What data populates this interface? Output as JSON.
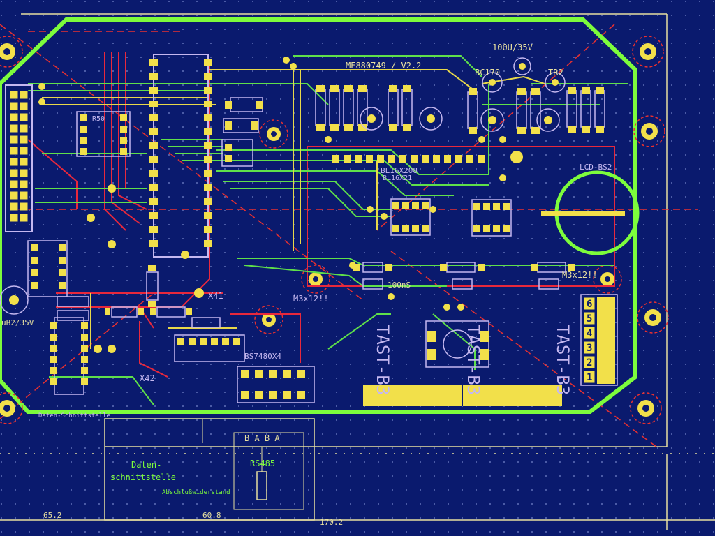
{
  "colors": {
    "background": "#0a1a6e",
    "board_outline": "#7dfc3c",
    "trace_red": "#e8283c",
    "trace_green": "#5fe04a",
    "trace_yellow": "#e8d84a",
    "pad_yellow": "#f2e04a",
    "silkscreen": "#c5b8f0",
    "dim_line": "#e8e0a0",
    "dashed": "#e83030"
  },
  "labels": {
    "board_rev": "ME880749 / V2.2",
    "cap_top": "100U/35V",
    "bc_left": "BC170",
    "tr2": "TR2",
    "lcd": "LCD-BS2",
    "chip_mid": "BL16X208",
    "chip_mid2": "BL16X21",
    "mount_left": "M3x12!!",
    "mount_right": "M3x12!!",
    "x41": "X41",
    "x42": "X42",
    "cap_bottom": "100nS",
    "bs_x4": "BS7480X4",
    "r_left": "R50",
    "cap_left": "uB2/35V",
    "tast_a": "TAST-B3",
    "tast_b": "TAST-B3",
    "tast_c": "TAST-B3",
    "daten1": "Daten-",
    "daten2": "schnittstelle",
    "rs485": "RS485",
    "abschluss": "Abschlußwiderstand",
    "schnitt_header": "Daten-Schnittstelle",
    "bapa": "B A B A",
    "dim1": "65.2",
    "dim2": "60.8",
    "dim3": "170.2",
    "numbers": [
      "6",
      "5",
      "4",
      "3",
      "2",
      "1"
    ]
  }
}
